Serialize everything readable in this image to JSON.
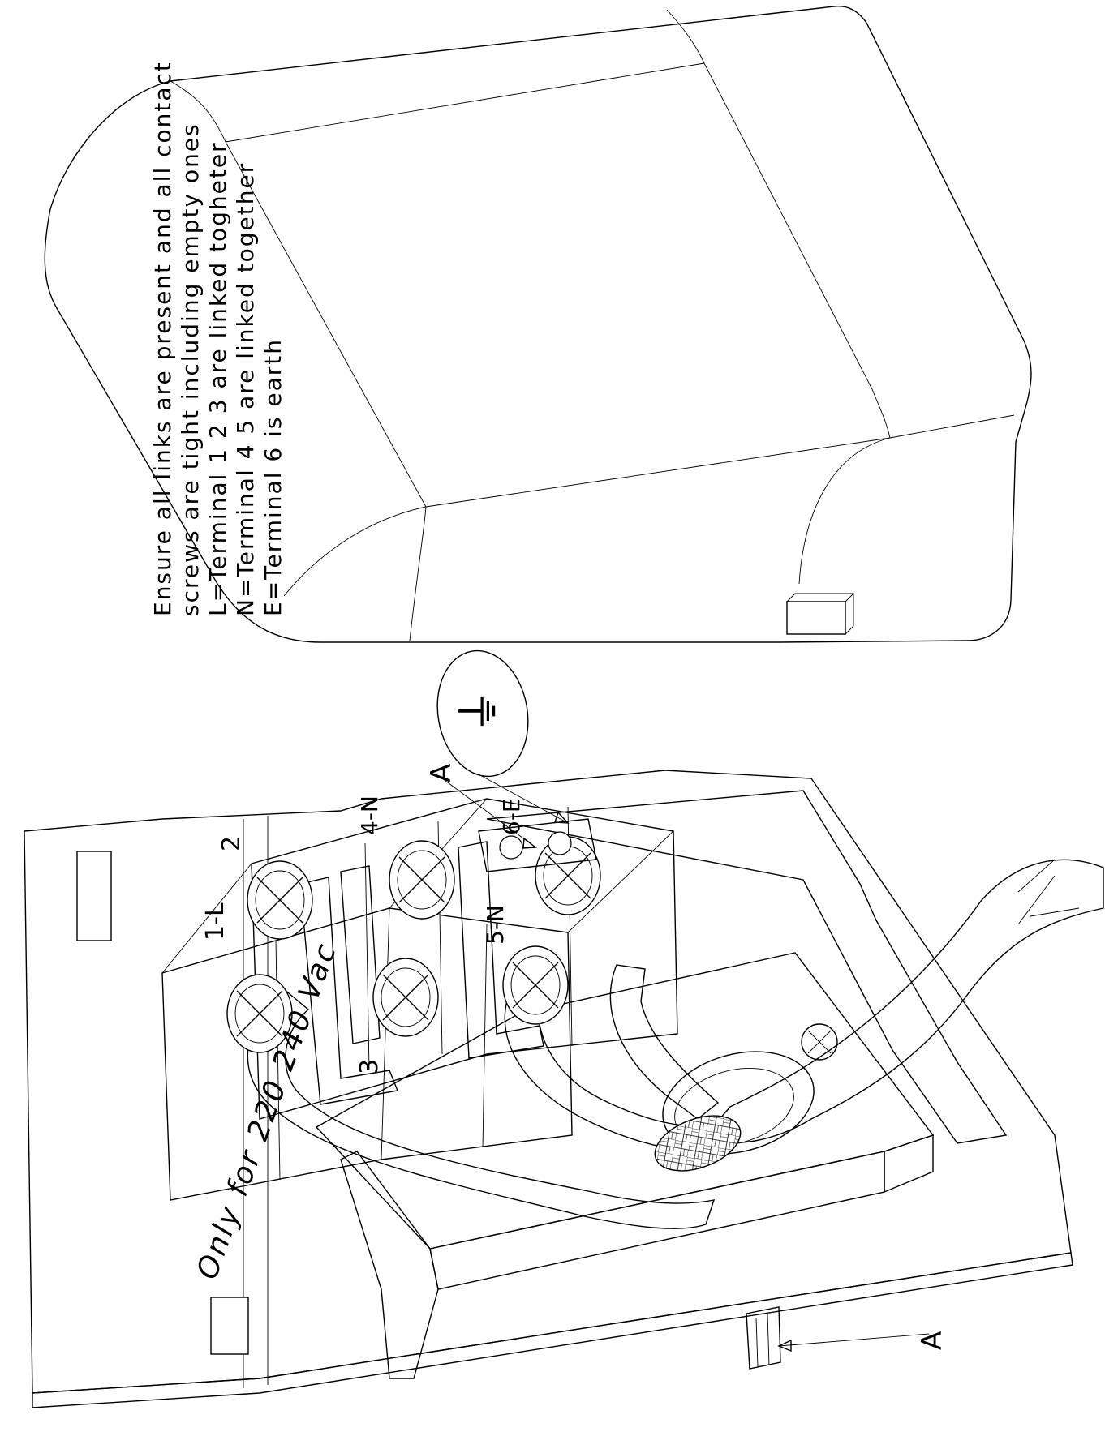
{
  "notes": {
    "line1": "Ensure all links are present and all contact",
    "line2": "screws are tight including empty ones",
    "line3": "L=Terminal  1  2  3  are linked togheter",
    "line4": "N=Terminal  4  5  are linked together",
    "line5": "E=Terminal  6  is  earth"
  },
  "voltage_label": "Only for 220 240 Vac",
  "section_marks": {
    "top": "A",
    "bottom": "A"
  },
  "terminal_labels": {
    "t1": "1-L",
    "t2": "2",
    "t3": "3",
    "t4": "4-N",
    "t5": "5-N",
    "t6": "6-E"
  },
  "earth_symbol": "⏚",
  "colors": {
    "ink": "#000000",
    "paper": "#ffffff"
  }
}
